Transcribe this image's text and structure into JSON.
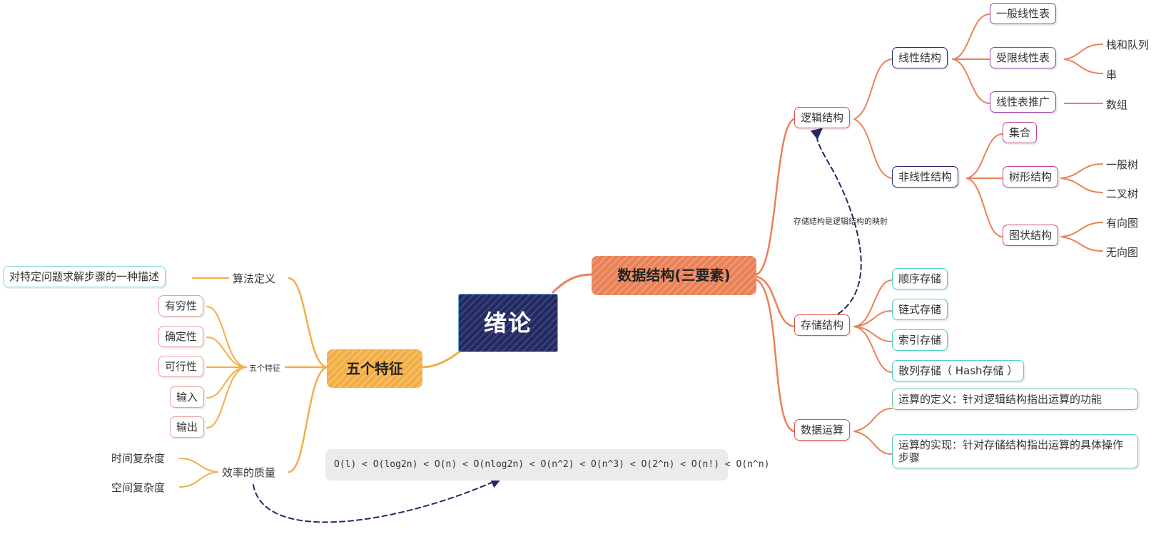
{
  "mindmap": {
    "root": "绪论",
    "data_structure": {
      "title": "数据结构(三要素)",
      "logical": {
        "label": "逻辑结构",
        "linear": {
          "label": "线性结构",
          "general_list": "一般线性表",
          "restricted_list": {
            "label": "受限线性表",
            "stack_queue": "栈和队列",
            "string": "串"
          },
          "list_extension": {
            "label": "线性表推广",
            "array": "数组"
          }
        },
        "nonlinear": {
          "label": "非线性结构",
          "set": "集合",
          "tree": {
            "label": "树形结构",
            "general_tree": "一般树",
            "binary_tree": "二叉树"
          },
          "graph": {
            "label": "图状结构",
            "directed": "有向图",
            "undirected": "无向图"
          }
        }
      },
      "storage": {
        "label": "存储结构",
        "sequential": "顺序存储",
        "linked": "链式存储",
        "indexed": "索引存储",
        "hashed": "散列存储（ Hash存储 ）"
      },
      "operations": {
        "label": "数据运算",
        "definition": "运算的定义：针对逻辑结构指出运算的功能",
        "implementation": "运算的实现：针对存储结构指出运算的具体操作步骤"
      },
      "mapping_note": "存储结构是逻辑结构的映射"
    },
    "five_features": {
      "title": "五个特征",
      "algorithm_definition": {
        "label": "算法定义",
        "text": "对特定问题求解步骤的一种描述"
      },
      "features": {
        "label": "五个特征",
        "items": [
          "有穷性",
          "确定性",
          "可行性",
          "输入",
          "输出"
        ]
      },
      "efficiency": {
        "label": "效率的质量",
        "time": "时间复杂度",
        "space": "空间复杂度",
        "complexity_order": "O(l) < O(log2n) < O(n) < O(nlog2n) < O(n^2) < O(n^3) < O(2^n) < O(n!) < O(n^n)"
      }
    }
  },
  "colors": {
    "root_fill": "#232a63",
    "orange": "#ea8157",
    "yellow": "#f2ae44",
    "navy": "#252a78",
    "red": "#d9544e",
    "purple": "#9b3fb2",
    "magenta": "#c0448f",
    "teal": "#4fd0bf",
    "green": "#5cc78a",
    "pink": "#ef9c9c",
    "lightblue": "#8fd4ea"
  }
}
